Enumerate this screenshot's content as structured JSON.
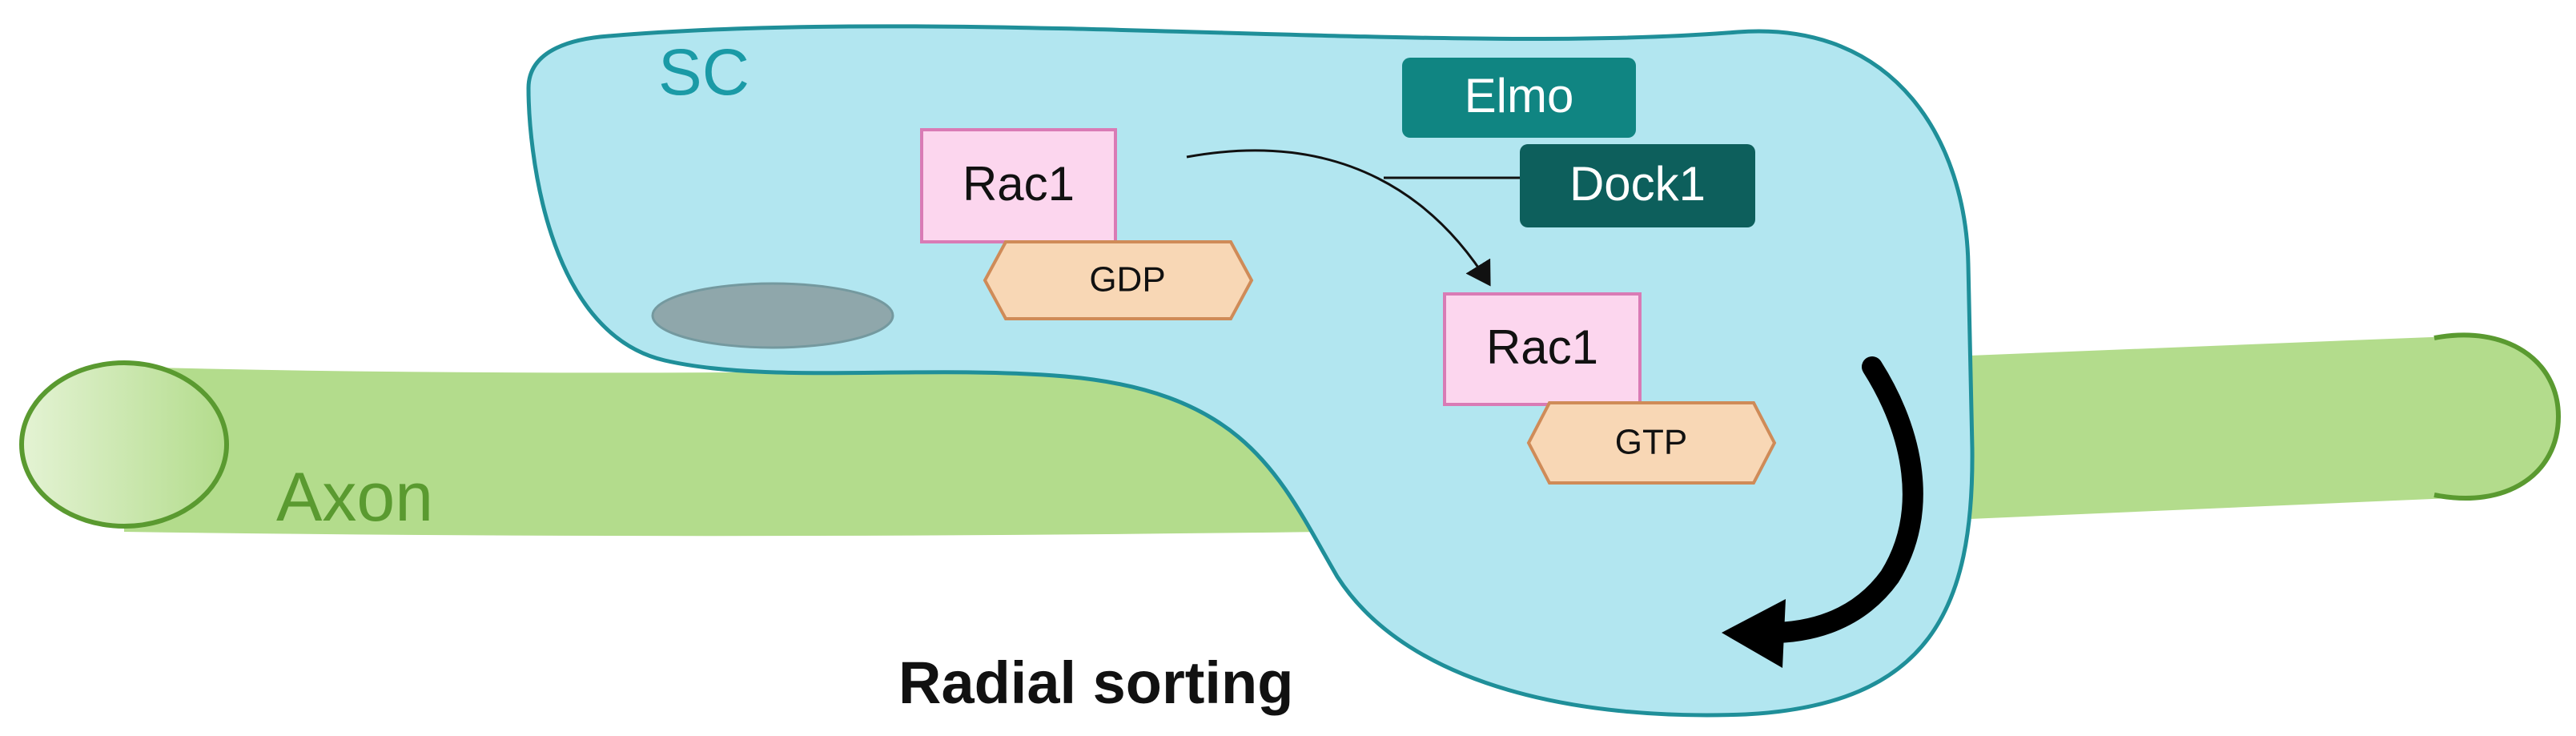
{
  "labels": {
    "sc": "SC",
    "axon": "Axon",
    "radial_sorting": "Radial sorting"
  },
  "proteins": {
    "elmo": "Elmo",
    "dock1": "Dock1",
    "rac1_inactive": "Rac1",
    "gdp": "GDP",
    "rac1_active": "Rac1",
    "gtp": "GTP"
  },
  "colors": {
    "axon_fill": "#b3dc8c",
    "axon_stroke": "#5a9a30",
    "axon_text": "#5a9a30",
    "cell_fill": "#b2e6f0",
    "cell_stroke": "#1f8f99",
    "sc_text": "#1a9aa6",
    "nucleus": "#8fa7ab",
    "elmo": "#108582",
    "dock1": "#0d5f5c",
    "rac1_fill": "#fcd6ee",
    "rac1_stroke": "#d97bb5",
    "nucleotide_fill": "#f8d7b5",
    "nucleotide_stroke": "#cf8b58"
  }
}
